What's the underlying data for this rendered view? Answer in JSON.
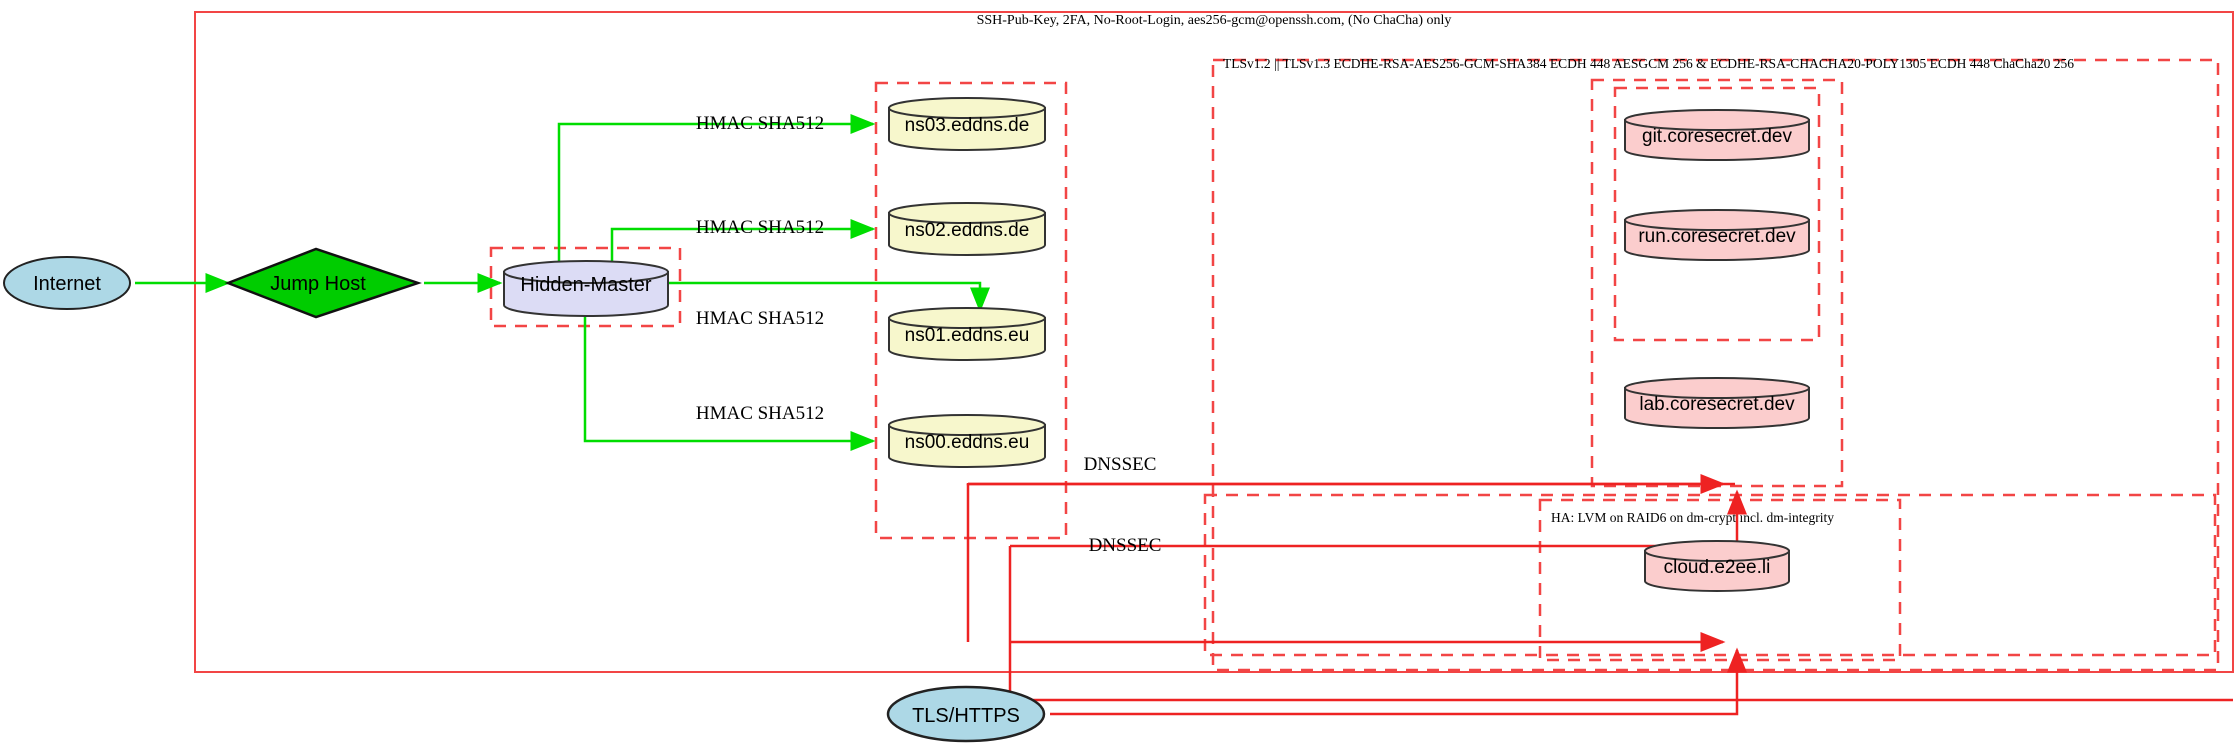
{
  "diagram": {
    "title_labels": {
      "ssh_boundary": "SSH-Pub-Key, 2FA, No-Root-Login, aes256-gcm@openssh.com, (No ChaCha) only",
      "tls_boundary": "TLSv1.2 || TLSv1.3 ECDHE-RSA-AES256-GCM-SHA384 ECDH 448 AESGCM 256 & ECDHE-RSA-CHACHA20-POLY1305 ECDH 448 ChaCha20 256",
      "ha_boundary": "HA: LVM on RAID6 on dm-crypt incl. dm-integrity"
    },
    "nodes": {
      "internet": "Internet",
      "jump_host": "Jump Host",
      "hidden_master": "Hidden-Master",
      "ns03": "ns03.eddns.de",
      "ns02": "ns02.eddns.de",
      "ns01": "ns01.eddns.eu",
      "ns00": "ns00.eddns.eu",
      "git": "git.coresecret.dev",
      "run": "run.coresecret.dev",
      "lab": "lab.coresecret.dev",
      "cloud": "cloud.e2ee.li",
      "tls_https": "TLS/HTTPS"
    },
    "edge_labels": {
      "hmac_ns03": "HMAC SHA512",
      "hmac_ns02": "HMAC SHA512",
      "hmac_ns01": "HMAC SHA512",
      "hmac_ns00": "HMAC SHA512",
      "dnssec_upper": "DNSSEC",
      "dnssec_lower": "DNSSEC"
    },
    "colors": {
      "boundary_red": "#f24545",
      "edge_green": "#00dd00",
      "edge_red": "#ee2222",
      "node_blue_fill": "#add8e6",
      "node_green_fill": "#00cc00",
      "node_lavender_fill": "#dcdcf5",
      "node_yellow_fill": "#f7f7cc",
      "node_pink_fill": "#fbcdcd",
      "stroke_dark": "#333333"
    }
  }
}
